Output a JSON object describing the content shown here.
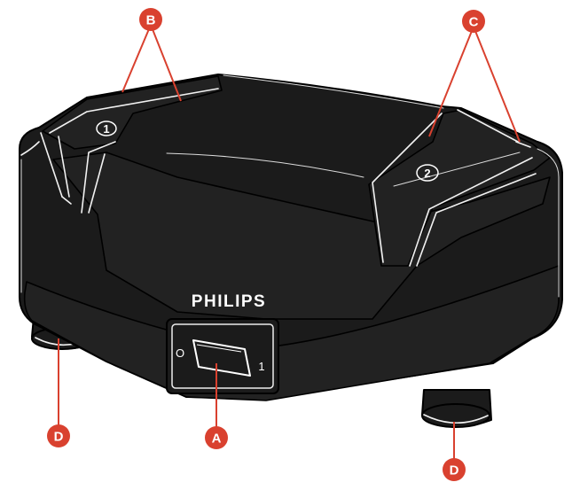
{
  "device": {
    "brand": "PHILIPS",
    "slot_1_number": "1",
    "slot_2_number": "2",
    "switch_off_mark": "O",
    "switch_on_mark": "1"
  },
  "callouts": {
    "switch": "A",
    "slot_1": "B",
    "slot_2": "C",
    "foot_left": "D",
    "foot_right": "D"
  },
  "colors": {
    "callout": "#d9412f",
    "body": "#1b1b1b",
    "highlight": "#f2f2f2"
  }
}
